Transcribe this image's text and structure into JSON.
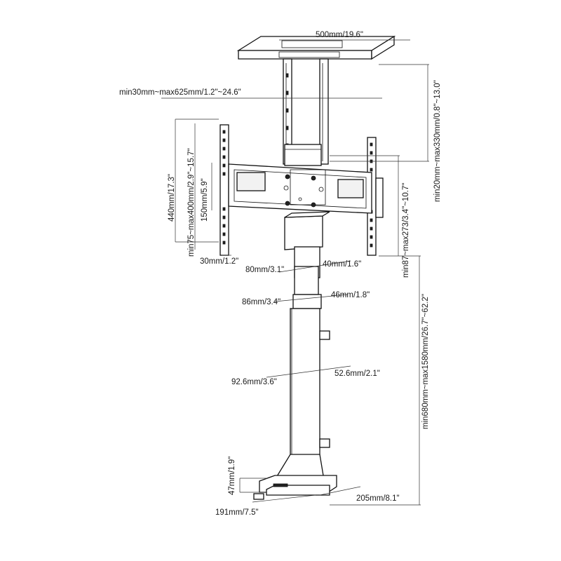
{
  "dimensions": {
    "top_plate_width": "500mm/19.6\"",
    "top_height_range": "min20mm~max330mm/0.8\"~13.0\"",
    "arm_width_range": "min30mm~max625mm/1.2\"~24.6\"",
    "bracket_height": "440mm/17.3\"",
    "vesa_range": "min75~max400mm/2.9\"~15.7\"",
    "plate_150": "150mm/5.9\"",
    "arm_depth": "30mm/1.2\"",
    "mount_offset": "min87~max273/3.4\"~10.7\"",
    "upper_tube_width": "80mm/3.1\"",
    "upper_tube_depth": "40mm/1.6\"",
    "middle_tube_width": "86mm/3.4\"",
    "middle_tube_depth": "46mm/1.8\"",
    "lower_tube_depth": "52.6mm/2.1\"",
    "lower_tube_width": "92.6mm/3.6\"",
    "total_height_range": "min680mm~max1580mm/26.7\"~62.2\"",
    "base_height": "47mm/1.9\"",
    "base_width": "191mm/7.5\"",
    "base_depth": "205mm/8.1\""
  }
}
